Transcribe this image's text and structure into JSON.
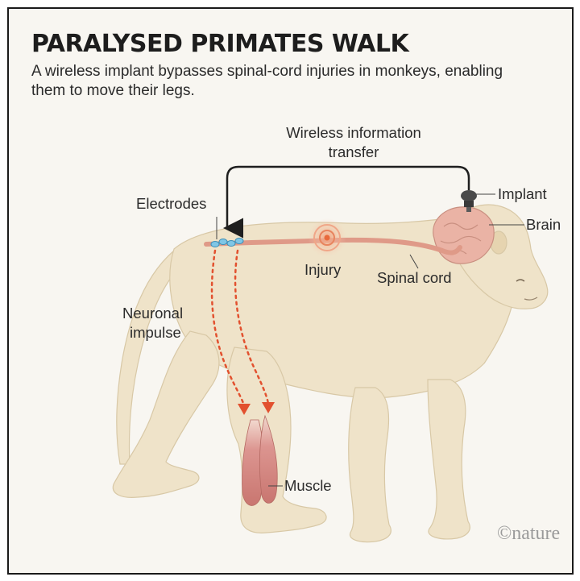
{
  "header": {
    "title": "PARALYSED PRIMATES WALK",
    "subtitle": "A wireless implant bypasses spinal-cord injuries in monkeys, enabling them to move their legs."
  },
  "labels": {
    "wireless_line1": "Wireless information",
    "wireless_line2": "transfer",
    "implant": "Implant",
    "brain": "Brain",
    "electrodes": "Electrodes",
    "injury": "Injury",
    "spinal_cord": "Spinal cord",
    "neuronal_line1": "Neuronal",
    "neuronal_line2": "impulse",
    "muscle": "Muscle"
  },
  "credit": "©nature",
  "colors": {
    "background": "#f8f6f1",
    "monkey_fur": "#efe3c9",
    "brain": "#eab3a5",
    "spinal_cord": "#df9a88",
    "injury": "#e86a3c",
    "impulse_arrows": "#e2512f",
    "electrodes": "#7fc6e6",
    "muscle": "#d88b86",
    "implant": "#4a4a4a"
  }
}
